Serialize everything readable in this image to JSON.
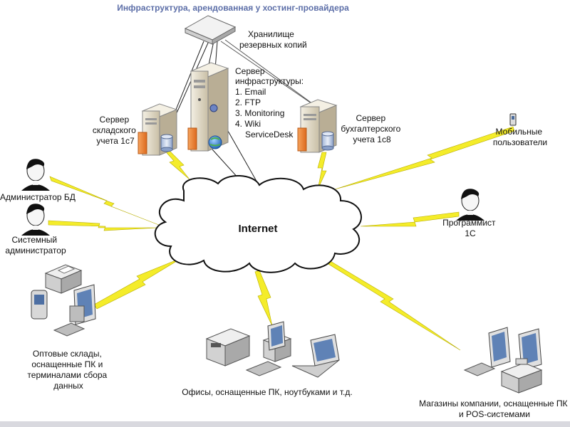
{
  "title": "Инфраструктура, арендованная у хостинг-провайдера",
  "cloud_label": "Internet",
  "storage": {
    "lines": [
      "Хранилище",
      "резервных  копий"
    ]
  },
  "infra_server": {
    "lines": [
      "Сервер",
      "инфраструктуры:",
      "1. Email",
      "2. FTP",
      "3. Monitoring",
      "4. Wiki",
      "ServiceDesk"
    ]
  },
  "warehouse_server": {
    "lines": [
      "Сервер",
      "складского",
      "учета 1с7"
    ]
  },
  "accounting_server": {
    "lines": [
      "Сервер",
      "бухгалтерского",
      "учета 1с8"
    ]
  },
  "mobile_users": {
    "lines": [
      "Мобильные",
      "пользователи"
    ]
  },
  "db_admin": {
    "lines": [
      "Администратор БД"
    ]
  },
  "sys_admin": {
    "lines": [
      "Системный",
      "администратор"
    ]
  },
  "programmer": {
    "lines": [
      "Программист",
      "1С"
    ]
  },
  "warehouses": {
    "lines": [
      "Оптовые склады,",
      "оснащенные ПК и",
      "терминалами сбора",
      "данных"
    ]
  },
  "offices": {
    "lines": [
      "Офисы, оснащенные ПК, ноутбуками и т.д."
    ]
  },
  "stores": {
    "lines": [
      "Магазины компании, оснащенные ПК",
      "и POS-системами"
    ]
  },
  "colors": {
    "lightning": "#f4ec2a",
    "server_body": "#dcd4c0",
    "server_accent": "#f0822e",
    "title_text": "#5d6fa8"
  }
}
